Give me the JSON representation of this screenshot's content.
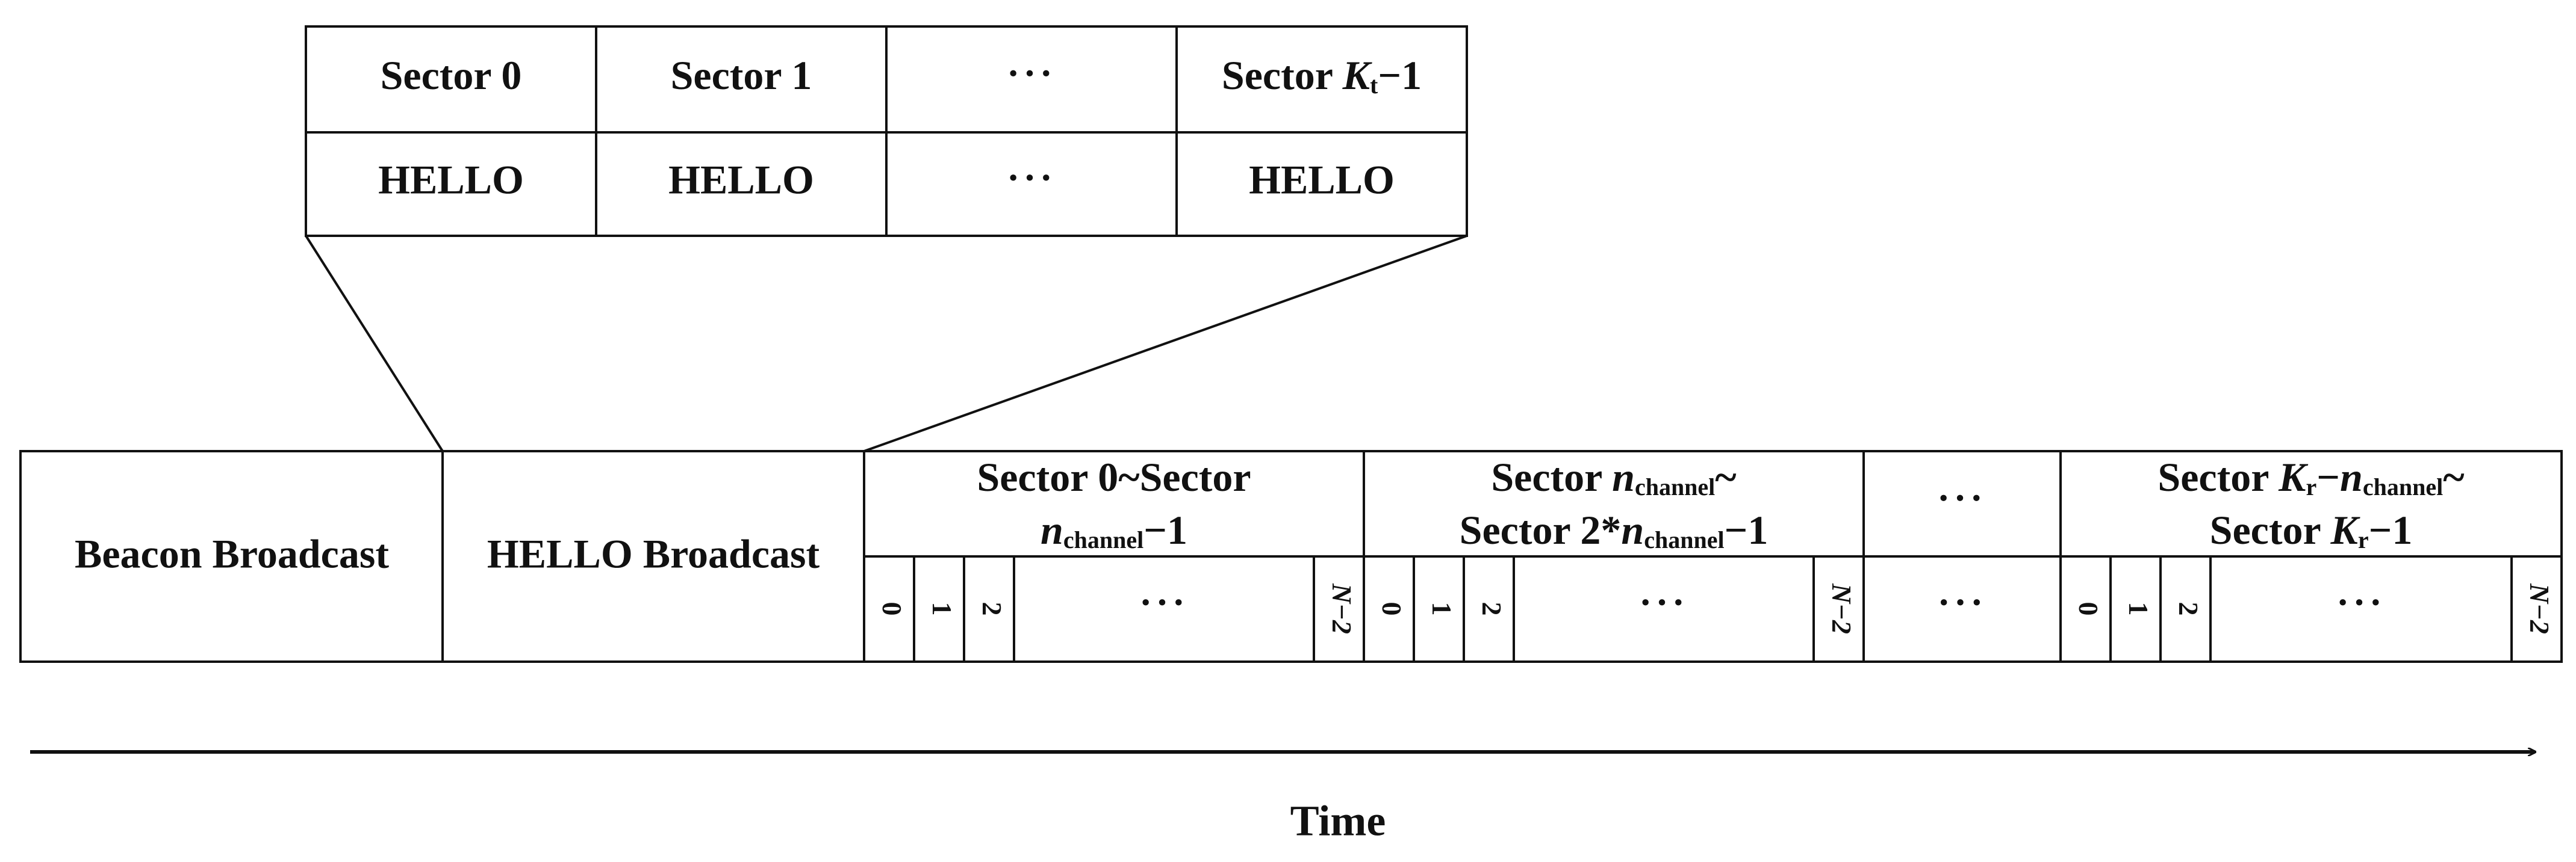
{
  "expanded_table": {
    "headers": [
      {
        "text": "Sector 0"
      },
      {
        "text": "Sector 1"
      },
      {
        "text": "···"
      },
      {
        "text": "Sector ",
        "italic": "K",
        "sub": "t",
        "tail": "−1"
      }
    ],
    "cells": [
      "HELLO",
      "HELLO",
      "···",
      "HELLO"
    ]
  },
  "timeline": {
    "beacon_label": "Beacon Broadcast",
    "hello_label": "HELLO Broadcast",
    "groups": [
      {
        "line1": {
          "pre": "Sector 0~Sector"
        },
        "line2": {
          "italic": "n",
          "sub": "channel",
          "tail": "−1"
        },
        "slots": [
          "0",
          "1",
          "2",
          "···",
          "N−2"
        ]
      },
      {
        "line1": {
          "pre": "Sector ",
          "italic": "n",
          "sub": "channel",
          "tail": "~"
        },
        "line2": {
          "pre": "Sector 2*",
          "italic": "n",
          "sub": "channel",
          "tail": "−1"
        },
        "slots": [
          "0",
          "1",
          "2",
          "···",
          "N−2"
        ]
      },
      {
        "line1": {
          "pre": "···"
        },
        "slots": [
          "···"
        ]
      },
      {
        "line1": {
          "pre": "Sector ",
          "italic": "K",
          "sub": "r",
          "tail": "−",
          "italic2": "n",
          "sub2": "channel",
          "tail2": "~"
        },
        "line2": {
          "pre": "Sector ",
          "italic": "K",
          "sub": "r",
          "tail": "−1"
        },
        "slots": [
          "0",
          "1",
          "2",
          "···",
          "N−2"
        ]
      }
    ]
  },
  "axis_label": "Time"
}
